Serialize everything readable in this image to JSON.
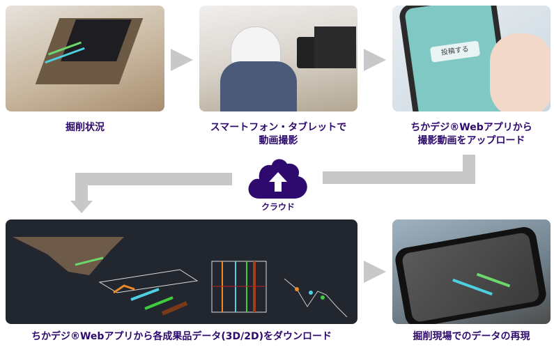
{
  "steps": [
    {
      "caption": "掘削状況"
    },
    {
      "caption_line1": "スマートフォン・タブレットで",
      "caption_line2": "動画撮影"
    },
    {
      "caption_line1": "ちかデジ®Webアプリから",
      "caption_line2": "撮影動画をアップロード"
    },
    {
      "caption": "ちかデジ®Webアプリから各成果品データ(3D/2D)をダウンロード"
    },
    {
      "caption": "掘削現場でのデータの再現"
    }
  ],
  "cloud": {
    "label": "クラウド",
    "icon": "cloud-upload-icon",
    "color": "#2e0a6e"
  },
  "arrow_color": "#c8c8c8",
  "phone_app": {
    "button": "投稿する"
  }
}
